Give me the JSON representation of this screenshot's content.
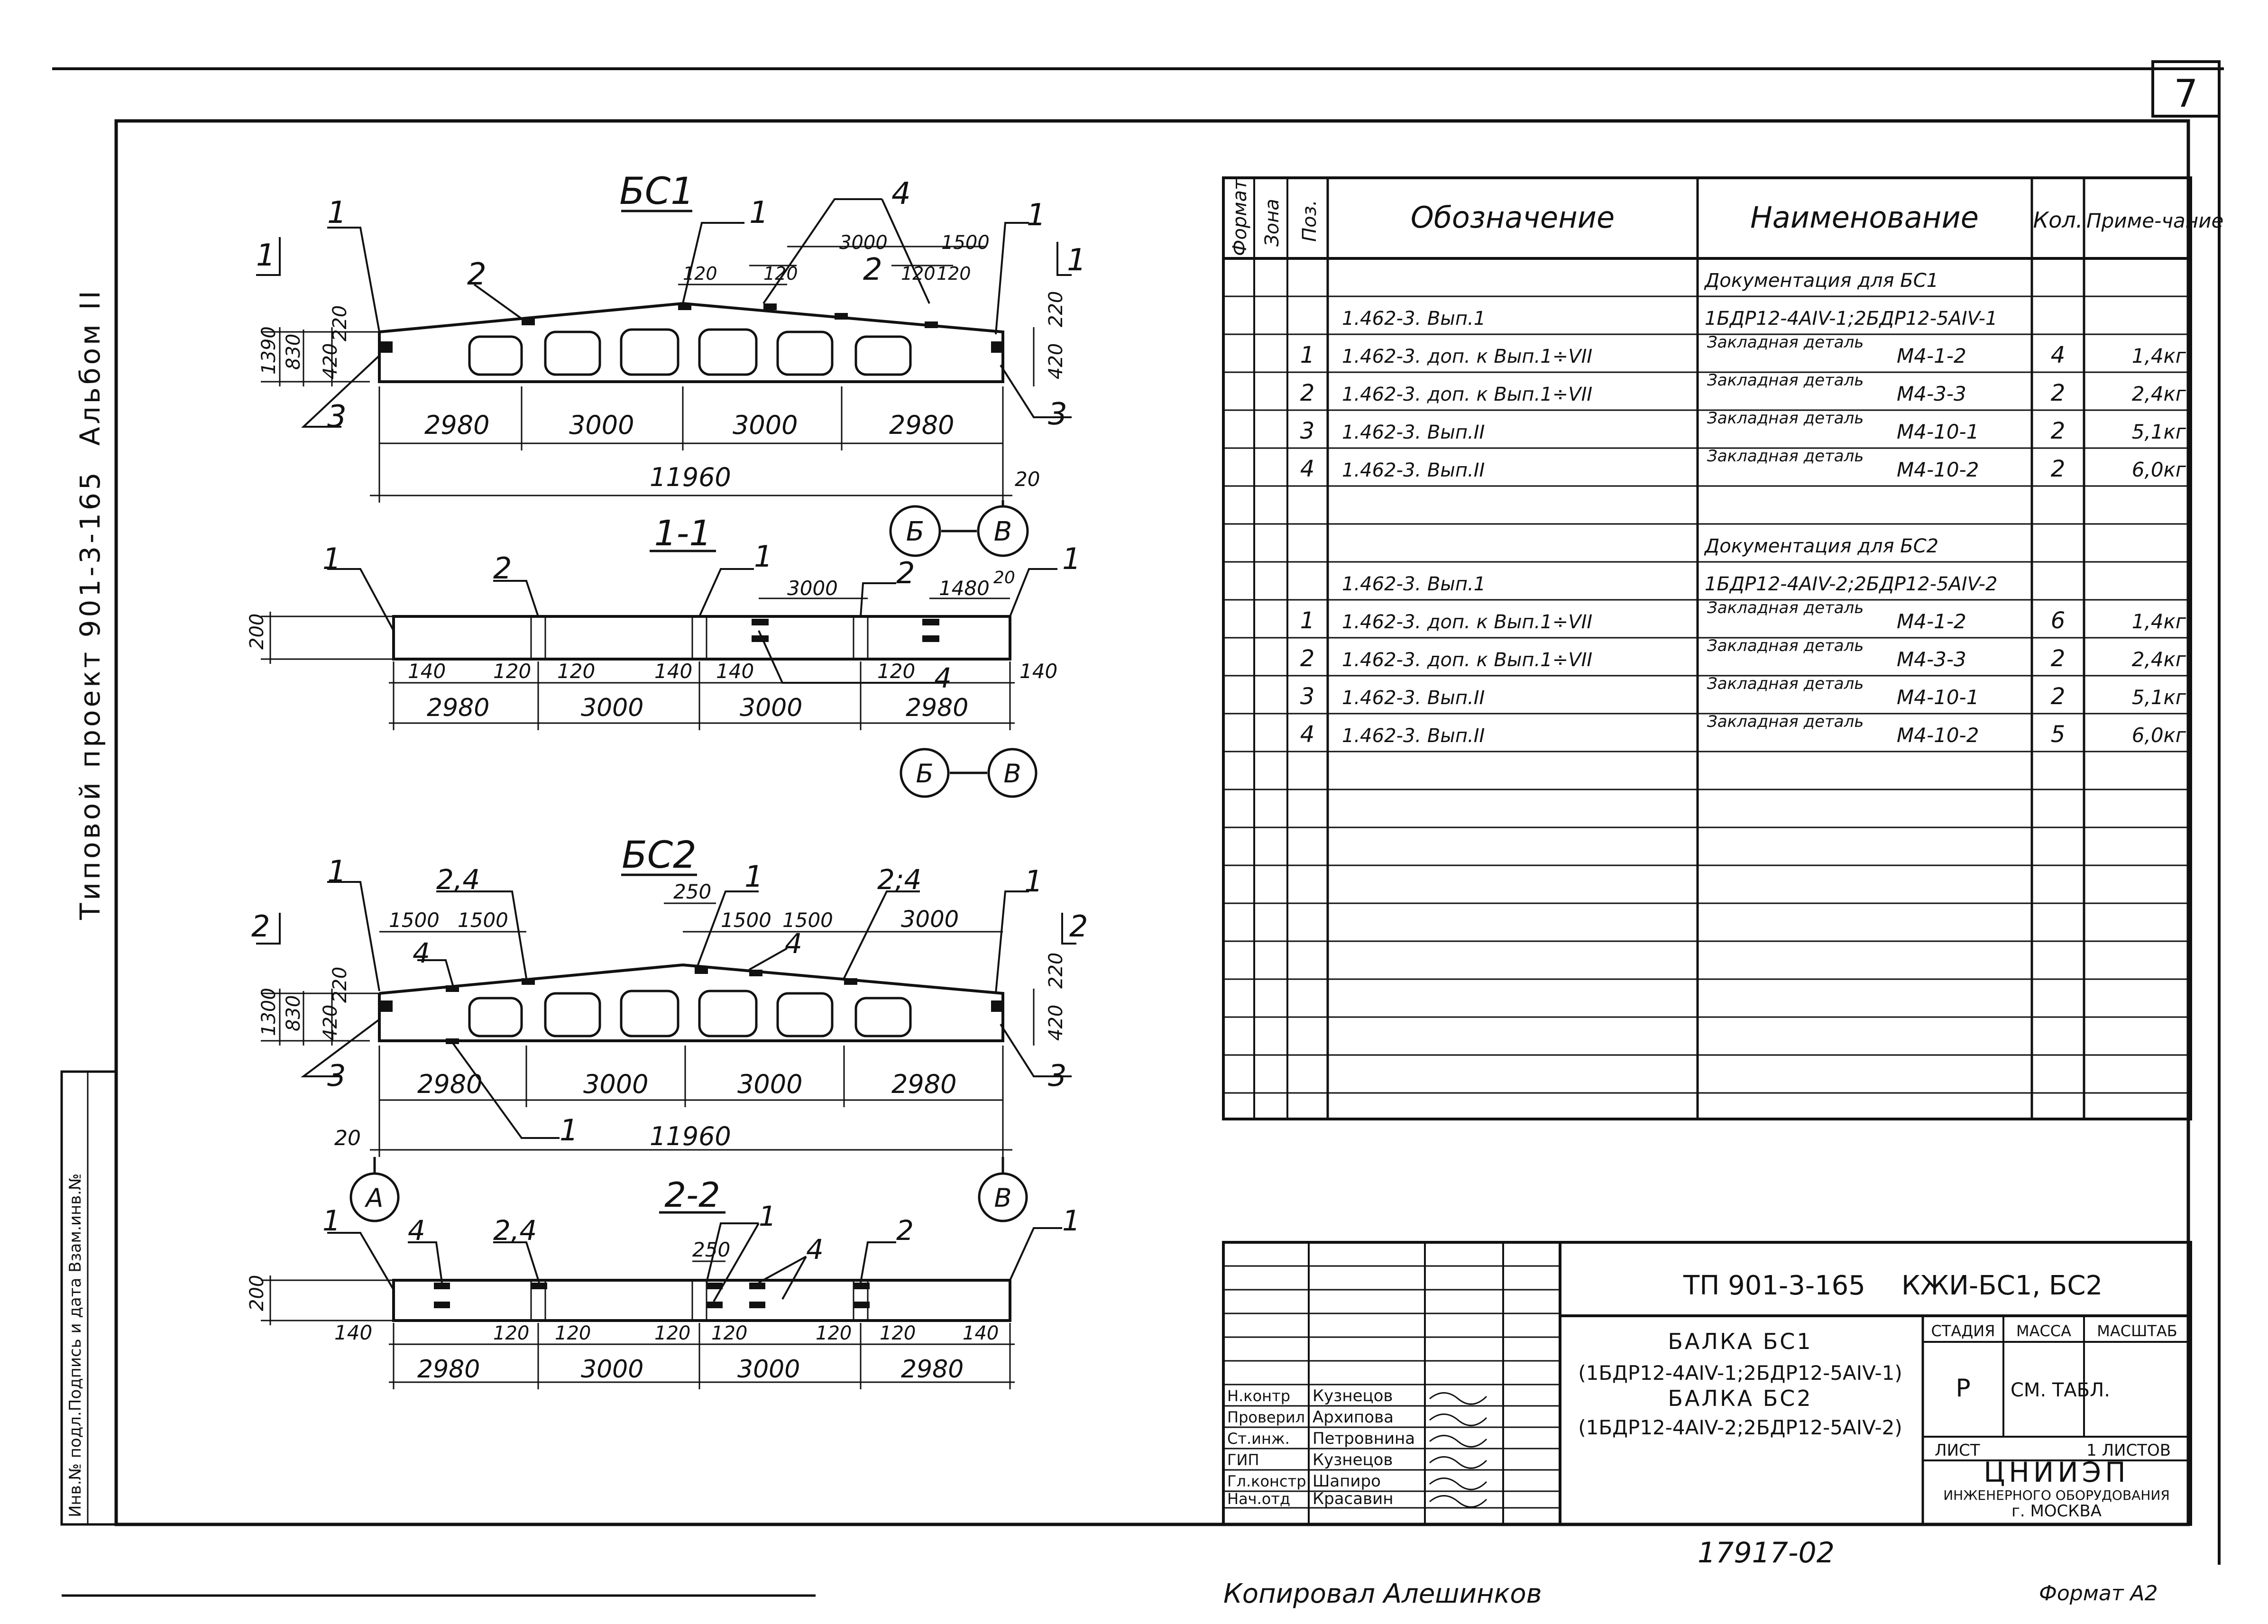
{
  "sheet": {
    "sheet_number": "7",
    "side_project": "Типовой проект 901-3-165",
    "side_album": "Альбом II",
    "side_stamp": "Инв.№ подл.Подпись и дата Взам.инв.№",
    "copy_note": "Копировал Алешинков",
    "copy_format": "Формат А2",
    "doc_number": "17917-02"
  },
  "drawings": {
    "bs1": {
      "title": "БС1",
      "callout_1": "1",
      "callout_2": "2",
      "callout_3": "3",
      "callout_4": "4",
      "section_mark": "1",
      "dims": {
        "h_total": "1390",
        "h_mid": "830",
        "h_220": "220",
        "h_420": "420",
        "d_120a": "120",
        "d_120b": "120",
        "d_120c": "120",
        "d_120d": "120",
        "d_3000_top": "3000",
        "d_1500_top": "1500",
        "span_1": "2980",
        "span_2": "3000",
        "span_3": "3000",
        "span_4": "2980",
        "total": "11960",
        "end_20": "20"
      },
      "axis_b": "Б",
      "axis_v": "В"
    },
    "section_1": {
      "title": "1-1",
      "callout_1": "1",
      "callout_2": "2",
      "callout_4": "4",
      "dims": {
        "h": "200",
        "d_3000": "3000",
        "d_1480": "1480",
        "d_20": "20",
        "d_140a": "140",
        "d_120a": "120",
        "d_120b": "120",
        "d_140b": "140",
        "d_140c": "140",
        "d_120c": "120",
        "d_140d": "140",
        "span_1": "2980",
        "span_2": "3000",
        "span_3": "3000",
        "span_4": "2980"
      },
      "axis_b": "Б",
      "axis_v": "В"
    },
    "bs2": {
      "title": "БС2",
      "callout_1": "1",
      "callout_2": "2",
      "callout_3": "3",
      "callout_4": "4",
      "callout_24a": "2,4",
      "callout_24b": "2;4",
      "dims": {
        "d_1500a": "1500",
        "d_1500b": "1500",
        "d_250": "250",
        "d_1500c": "1500",
        "d_1500d": "1500",
        "d_3000": "3000",
        "h_total": "1300",
        "h_mid": "830",
        "h_220": "220",
        "h_420": "420",
        "span_1": "2980",
        "span_2": "3000",
        "span_3": "3000",
        "span_4": "2980",
        "total": "11960",
        "end_20": "20"
      },
      "axis_a": "А",
      "axis_v": "В"
    },
    "section_2": {
      "title": "2-2",
      "callout_1": "1",
      "callout_2": "2",
      "callout_4": "4",
      "callout_24": "2,4",
      "dims": {
        "h": "200",
        "d_250": "250",
        "d_140a": "140",
        "d_120a": "120",
        "d_120b": "120",
        "d_120c": "120",
        "d_120d": "120",
        "d_120e": "120",
        "d_120f": "120",
        "d_140b": "140",
        "span_1": "2980",
        "span_2": "3000",
        "span_3": "3000",
        "span_4": "2980"
      }
    }
  },
  "spec_table": {
    "headers": {
      "format": "Формат",
      "zone": "Зона",
      "pos": "Поз.",
      "designation": "Обозначение",
      "name": "Наименование",
      "qty": "Кол.",
      "note": "Приме-чание"
    },
    "rows": [
      {
        "pos": "",
        "designation": "",
        "name": "Документация для БС1",
        "name2": "",
        "qty": "",
        "note": ""
      },
      {
        "pos": "",
        "designation": "1.462-3. Вып.1",
        "name": "1БДР12-4АIV-1;2БДР12-5АIV-1",
        "name2": "",
        "qty": "",
        "note": ""
      },
      {
        "pos": "1",
        "designation": "1.462-3. доп. к Вып.1÷VII",
        "name": "Закладная деталь",
        "name2": "М4-1-2",
        "qty": "4",
        "note": "1,4кг"
      },
      {
        "pos": "2",
        "designation": "1.462-3. доп. к Вып.1÷VII",
        "name": "Закладная деталь",
        "name2": "М4-3-3",
        "qty": "2",
        "note": "2,4кг"
      },
      {
        "pos": "3",
        "designation": "1.462-3. Вып.II",
        "name": "Закладная деталь",
        "name2": "М4-10-1",
        "qty": "2",
        "note": "5,1кг"
      },
      {
        "pos": "4",
        "designation": "1.462-3. Вып.II",
        "name": "Закладная деталь",
        "name2": "М4-10-2",
        "qty": "2",
        "note": "6,0кг"
      },
      {
        "pos": "",
        "designation": "",
        "name": "",
        "name2": "",
        "qty": "",
        "note": ""
      },
      {
        "pos": "",
        "designation": "",
        "name": "Документация для БС2",
        "name2": "",
        "qty": "",
        "note": ""
      },
      {
        "pos": "",
        "designation": "1.462-3. Вып.1",
        "name": "1БДР12-4АIV-2;2БДР12-5АIV-2",
        "name2": "",
        "qty": "",
        "note": ""
      },
      {
        "pos": "1",
        "designation": "1.462-3. доп. к Вып.1÷VII",
        "name": "Закладная деталь",
        "name2": "М4-1-2",
        "qty": "6",
        "note": "1,4кг"
      },
      {
        "pos": "2",
        "designation": "1.462-3. доп. к Вып.1÷VII",
        "name": "Закладная деталь",
        "name2": "М4-3-3",
        "qty": "2",
        "note": "2,4кг"
      },
      {
        "pos": "3",
        "designation": "1.462-3. Вып.II",
        "name": "Закладная деталь",
        "name2": "М4-10-1",
        "qty": "2",
        "note": "5,1кг"
      },
      {
        "pos": "4",
        "designation": "1.462-3. Вып.II",
        "name": "Закладная деталь",
        "name2": "М4-10-2",
        "qty": "5",
        "note": "6,0кг"
      }
    ]
  },
  "title_block": {
    "project_code": "ТП 901-3-165",
    "mark": "КЖИ-БС1, БС2",
    "title_line1": "БАЛКА БС1",
    "title_line2": "(1БДР12-4АIV-1;2БДР12-5АIV-1)",
    "title_line3": "БАЛКА БС2",
    "title_line4": "(1БДР12-4АIV-2;2БДР12-5АIV-2)",
    "stage_label": "СТАДИЯ",
    "mass_label": "МАССА",
    "scale_label": "МАСШТАБ",
    "stage_value": "Р",
    "mass_value": "СМ. ТАБЛ.",
    "sheet_label": "ЛИСТ",
    "sheets_label": "1 ЛИСТОВ",
    "org_name": "ЦНИИЭП",
    "org_line2": "ИНЖЕНЕРНОГО ОБОРУДОВАНИЯ",
    "org_line3": "г. МОСКВА",
    "signatures": [
      {
        "role": "Н.контр",
        "name": "Кузнецов"
      },
      {
        "role": "Проверил",
        "name": "Архипова"
      },
      {
        "role": "Ст.инж.",
        "name": "Петровнина"
      },
      {
        "role": "ГИП",
        "name": "Кузнецов"
      },
      {
        "role": "Гл.констр",
        "name": "Шапиро"
      },
      {
        "role": "Нач.отд",
        "name": "Красавин"
      }
    ]
  }
}
